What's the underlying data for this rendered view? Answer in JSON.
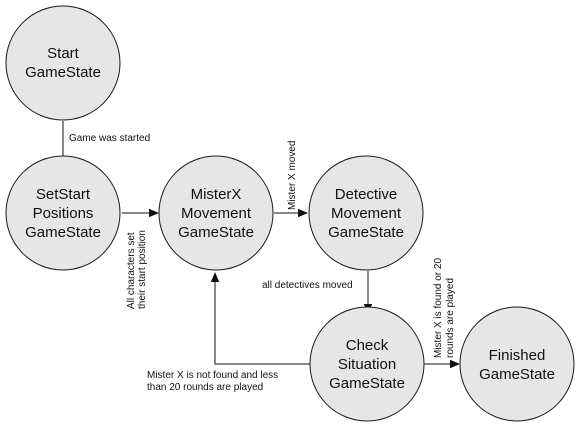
{
  "diagram": {
    "states": [
      {
        "id": "start",
        "lines": [
          "Start",
          "GameState"
        ]
      },
      {
        "id": "set_start",
        "lines": [
          "SetStart",
          "Positions",
          "GameState"
        ]
      },
      {
        "id": "misterx",
        "lines": [
          "MisterX",
          "Movement",
          "GameState"
        ]
      },
      {
        "id": "detective",
        "lines": [
          "Detective",
          "Movement",
          "GameState"
        ]
      },
      {
        "id": "check",
        "lines": [
          "Check",
          "Situation",
          "GameState"
        ]
      },
      {
        "id": "finished",
        "lines": [
          "Finished",
          "GameState"
        ]
      }
    ],
    "transitions": [
      {
        "id": "game_started",
        "from": "start",
        "to": "set_start",
        "lines": [
          "Game was started"
        ]
      },
      {
        "id": "all_chars_set",
        "from": "set_start",
        "to": "misterx",
        "lines": [
          "All characters set",
          "their start position"
        ]
      },
      {
        "id": "misterx_moved",
        "from": "misterx",
        "to": "detective",
        "lines": [
          "Mister X moved"
        ]
      },
      {
        "id": "detectives_moved",
        "from": "detective",
        "to": "check",
        "lines": [
          "all detectives moved"
        ]
      },
      {
        "id": "not_found",
        "from": "check",
        "to": "misterx",
        "lines": [
          "Mister X is not found and less",
          "than 20 rounds are played"
        ]
      },
      {
        "id": "found",
        "from": "check",
        "to": "finished",
        "lines": [
          "Mister X is found or 20",
          "rounds are played"
        ]
      }
    ]
  }
}
